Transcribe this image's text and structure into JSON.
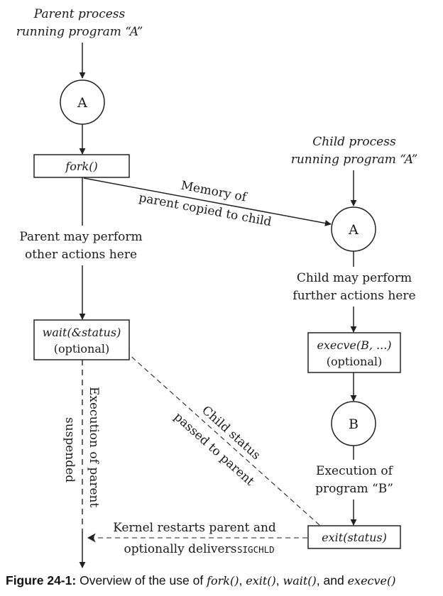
{
  "parent_start": {
    "line1": "Parent process",
    "line2": "running program “A”"
  },
  "child_start": {
    "line1": "Child process",
    "line2": "running program “A”"
  },
  "circles": {
    "parent_a": "A",
    "child_a": "A",
    "child_b": "B"
  },
  "boxes": {
    "fork": "fork()",
    "wait_line1": "wait(&status)",
    "wait_line2": "(optional)",
    "execve_line1": "execve(B, ...)",
    "execve_line2": "(optional)",
    "exit": "exit(status)"
  },
  "labels": {
    "memory_line1": "Memory of",
    "memory_line2": "parent copied to child",
    "parent_actions_line1": "Parent may perform",
    "parent_actions_line2": "other actions here",
    "child_actions_line1": "Child may perform",
    "child_actions_line2": "further actions here",
    "exec_b_line1": "Execution of",
    "exec_b_line2": "program “B”",
    "suspended_line1": "Execution of parent",
    "suspended_line2": "suspended",
    "child_status_line1": "Child status",
    "child_status_line2": "passed to parent",
    "kernel_line1": "Kernel restarts parent and",
    "kernel_line2_prefix": "optionally delivers",
    "kernel_line2_signal": "SIGCHLD"
  },
  "caption": {
    "figure": "Figure 24-1:",
    "text_before": "Overview of the use of",
    "fork": "fork()",
    "sep1": ",",
    "exit": "exit()",
    "sep2": ",",
    "wait": "wait()",
    "sep3": ", and",
    "execve": "execve()"
  }
}
